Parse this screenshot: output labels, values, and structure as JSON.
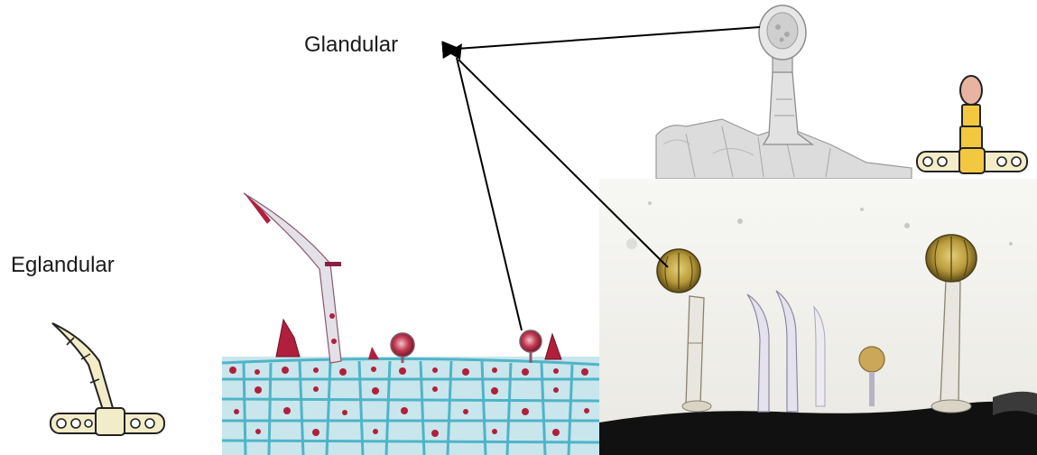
{
  "labels": {
    "glandular": "Glandular",
    "eglandular": "Eglandular"
  },
  "colors": {
    "arrow": "#000000",
    "stain_blue": "#4fb4c8",
    "stain_red": "#b0203c",
    "drawing_gold": "#f2c840",
    "drawing_pink": "#e6b4a0",
    "drawing_cream": "#f3ecc8",
    "micro_background": "#f4f3ee",
    "micro_base": "#111111",
    "gland_head": "#b89a3a"
  },
  "figure_parts": [
    "glandular-trichome-micrograph-gray",
    "glandular-trichome-drawing-colored",
    "eglandular-trichome-drawing",
    "stained-tissue-micrograph",
    "darkfield-trichome-micrograph"
  ]
}
